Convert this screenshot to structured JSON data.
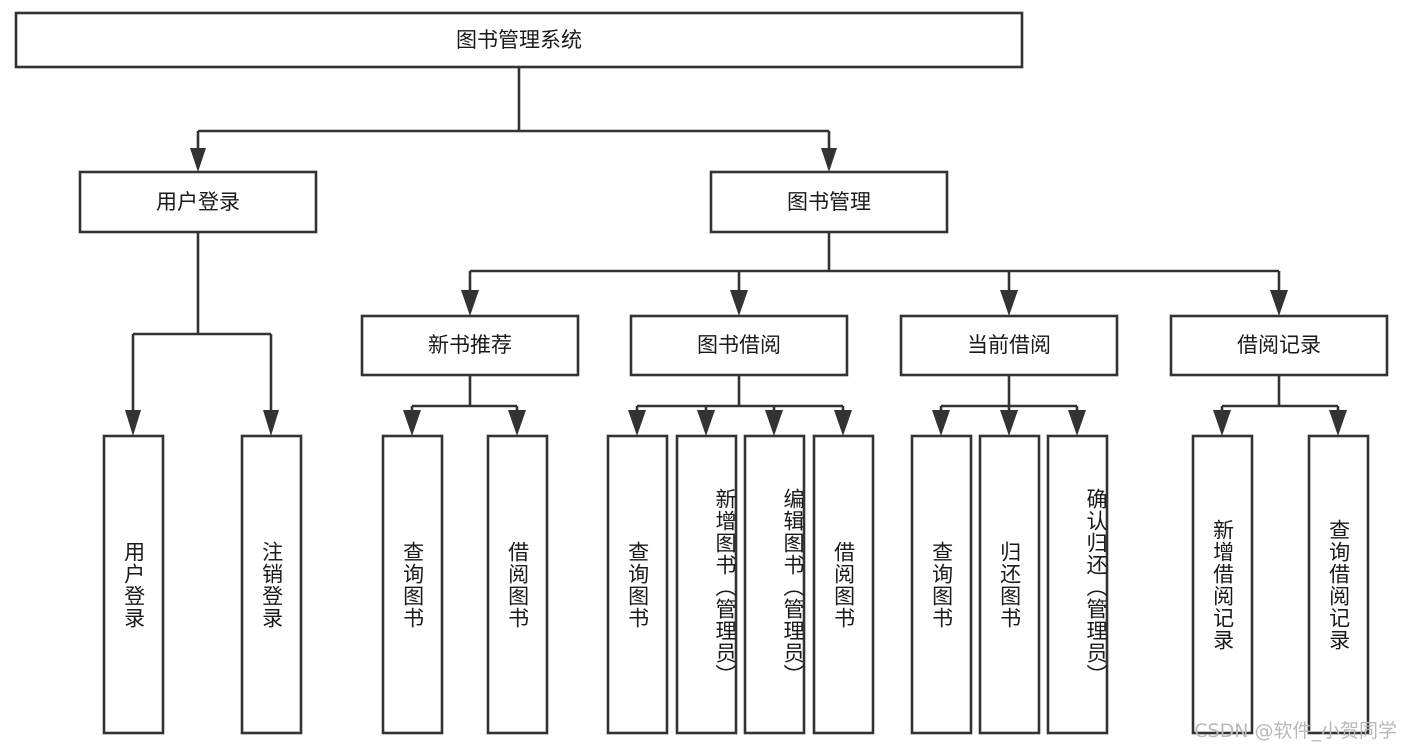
{
  "diagram": {
    "title": "图书管理系统",
    "type": "hierarchy-tree",
    "root": {
      "id": "root",
      "label": "图书管理系统"
    },
    "level2": [
      {
        "id": "user-login",
        "label": "用户登录"
      },
      {
        "id": "book-manage",
        "label": "图书管理"
      }
    ],
    "level3": [
      {
        "id": "new-book-rec",
        "label": "新书推荐",
        "parent": "book-manage"
      },
      {
        "id": "book-borrow",
        "label": "图书借阅",
        "parent": "book-manage"
      },
      {
        "id": "current-borrow",
        "label": "当前借阅",
        "parent": "book-manage"
      },
      {
        "id": "borrow-record",
        "label": "借阅记录",
        "parent": "book-manage"
      }
    ],
    "leaves": [
      {
        "id": "leaf-user-login",
        "label": "用户登录",
        "parent": "user-login"
      },
      {
        "id": "leaf-logout",
        "label": "注销登录",
        "parent": "user-login"
      },
      {
        "id": "leaf-query-book-1",
        "label": "查询图书",
        "parent": "new-book-rec"
      },
      {
        "id": "leaf-borrow-book-1",
        "label": "借阅图书",
        "parent": "new-book-rec"
      },
      {
        "id": "leaf-query-book-2",
        "label": "查询图书",
        "parent": "book-borrow"
      },
      {
        "id": "leaf-add-book",
        "label": "新增图书（管理员）",
        "parent": "book-borrow"
      },
      {
        "id": "leaf-edit-book",
        "label": "编辑图书（管理员）",
        "parent": "book-borrow"
      },
      {
        "id": "leaf-borrow-book-2",
        "label": "借阅图书",
        "parent": "book-borrow"
      },
      {
        "id": "leaf-query-book-3",
        "label": "查询图书",
        "parent": "current-borrow"
      },
      {
        "id": "leaf-return-book",
        "label": "归还图书",
        "parent": "current-borrow"
      },
      {
        "id": "leaf-confirm-return",
        "label": "确认归还（管理员）",
        "parent": "current-borrow"
      },
      {
        "id": "leaf-add-record",
        "label": "新增借阅记录",
        "parent": "borrow-record"
      },
      {
        "id": "leaf-query-record",
        "label": "查询借阅记录",
        "parent": "borrow-record"
      }
    ],
    "colors": {
      "stroke": "#333333",
      "fill": "#ffffff",
      "text": "#1a1a1a",
      "watermark": "#b9b9b9"
    }
  },
  "watermark": {
    "text": "CSDN @软件_小贺同学"
  }
}
